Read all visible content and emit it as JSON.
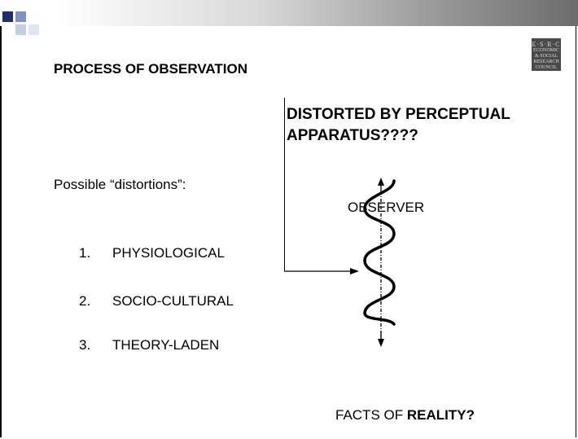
{
  "slide": {
    "title": "PROCESS OF OBSERVATION",
    "heading_line1": "DISTORTED BY PERCEPTUAL",
    "heading_line2": "APPARATUS????",
    "possible": "Possible “distortions”:",
    "observer": "OBSERVER",
    "items": [
      {
        "num": "1.",
        "label": "PHYSIOLOGICAL"
      },
      {
        "num": "2.",
        "label": "SOCIO-CULTURAL"
      },
      {
        "num": "3.",
        "label": "THEORY-LADEN"
      }
    ],
    "facts_prefix": "FACTS OF ",
    "facts_bold": "REALITY?"
  },
  "logo": {
    "line1": "E·S·R·C",
    "line2": "ECONOMIC",
    "line3": "& SOCIAL",
    "line4": "RESEARCH",
    "line5": "COUNCIL"
  }
}
